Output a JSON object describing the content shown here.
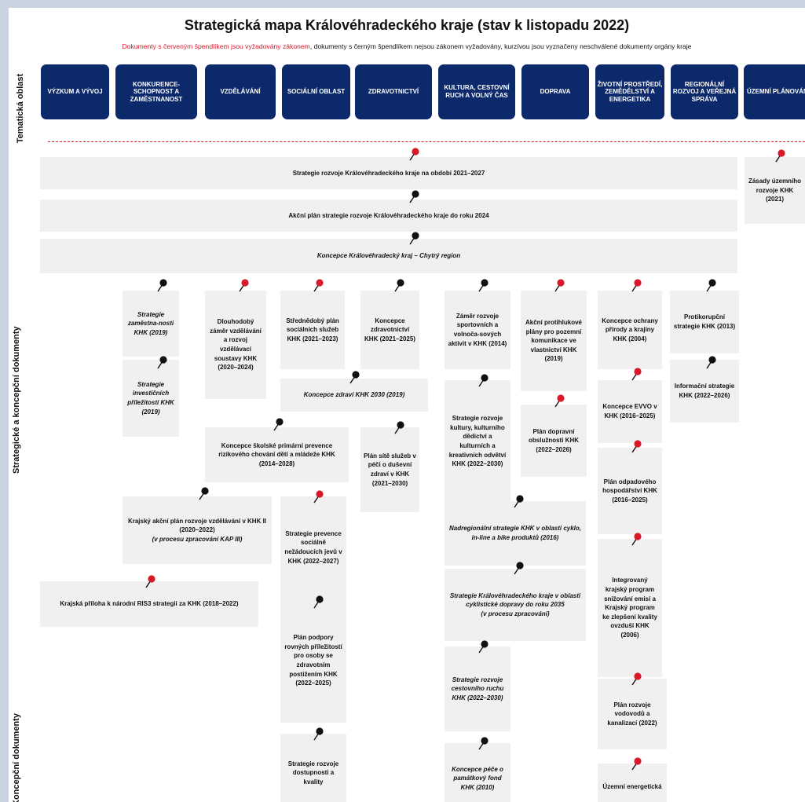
{
  "title": "Strategická mapa Královéhradeckého kraje (stav k listopadu 2022)",
  "subtitle": {
    "red": "Dokumenty s červeným špendlíkem jsou vyžadovány zákonem",
    "rest": ", dokumenty s černým špendlíkem nejsou zákonem vyžadovány, kurzívou jsou vyznačeny neschválené dokumenty orgány kraje"
  },
  "axis_labels": {
    "tematicka_oblast": "Tematická oblast",
    "strategicke": "Strategické a koncepční dokumenty",
    "koncepcni": "Koncepční dokumenty"
  },
  "colors": {
    "pin_red": "#d7192a",
    "pin_black": "#111111",
    "header_bg": "#0c2a6b",
    "box_bg": "#f0f0f0",
    "divider": "#d7192a"
  },
  "themes": [
    "VÝZKUM A VÝVOJ",
    "KONKURENCE-SCHOPNOST A ZAMĚSTNANOST",
    "VZDĚLÁVÁNÍ",
    "SOCIÁLNÍ OBLAST",
    "ZDRAVOTNICTVÍ",
    "KULTURA, CESTOVNÍ RUCH A VOLNÝ ČAS",
    "DOPRAVA",
    "ŽIVOTNÍ PROSTŘEDÍ, ZEMĚDĚLSTVÍ A ENERGETIKA",
    "REGIONÁLNÍ ROZVOJ A VEŘEJNÁ SPRÁVA",
    "ÚZEMNÍ PLÁNOVÁNÍ"
  ],
  "documents": [
    {
      "text": "Strategie rozvoje Královéhradeckého kraje na období 2021–2027",
      "pin": "red",
      "italic": false
    },
    {
      "text": "Akční plán strategie rozvoje Královéhradeckého kraje do roku 2024",
      "pin": "black",
      "italic": false
    },
    {
      "text": "Koncepce Královéhradecký kraj – Chytrý region",
      "pin": "black",
      "italic": true
    },
    {
      "text": "Zásady územního rozvoje KHK (2021)",
      "pin": "red",
      "italic": false
    },
    {
      "text": "Strategie zaměstna-nosti KHK (2019)",
      "pin": "black",
      "italic": true
    },
    {
      "text": "Strategie investičních příležitostí KHK (2019)",
      "pin": "black",
      "italic": true
    },
    {
      "text": "Dlouhodobý záměr vzdělávání a rozvoj vzdělávací soustavy KHK (2020–2024)",
      "pin": "red",
      "italic": false
    },
    {
      "text": "Střednědobý plán sociálních služeb KHK (2021–2023)",
      "pin": "red",
      "italic": false
    },
    {
      "text": "Koncepce zdravotnictví KHK (2021–2025)",
      "pin": "black",
      "italic": false
    },
    {
      "text": "Záměr rozvoje sportovních a volnoča-sových aktivit v KHK (2014)",
      "pin": "black",
      "italic": false
    },
    {
      "text": "Akční protihlukové plány pro pozemní komunikace ve vlastnictví KHK (2019)",
      "pin": "red",
      "italic": false
    },
    {
      "text": "Koncepce ochrany přírody a krajiny KHK (2004)",
      "pin": "red",
      "italic": false
    },
    {
      "text": "Protikorupční strategie KHK (2013)",
      "pin": "black",
      "italic": false
    },
    {
      "text": "Koncepce zdraví KHK 2030 (2019)",
      "pin": "black",
      "italic": true
    },
    {
      "text": "Informační strategie KHK (2022–2026)",
      "pin": "black",
      "italic": false
    },
    {
      "text": "Koncepce EVVO v KHK (2016–2025)",
      "pin": "red",
      "italic": false
    },
    {
      "text": "Strategie rozvoje kultury, kulturního dědictví a kulturních a kreativních odvětví KHK (2022–2030)",
      "pin": "black",
      "italic": false
    },
    {
      "text": "Plán dopravní obslužnosti KHK (2022–2026)",
      "pin": "red",
      "italic": false
    },
    {
      "text": "Koncepce školské primární prevence rizikového chování dětí a mládeže KHK (2014–2028)",
      "pin": "black",
      "italic": false
    },
    {
      "text": "Plán sítě služeb v péči o duševní zdraví v KHK (2021–2030)",
      "pin": "black",
      "italic": false
    },
    {
      "text": "Plán odpadového hospodářství KHK (2016–2025)",
      "pin": "red",
      "italic": false
    },
    {
      "text": "Krajský akční plán rozvoje vzdělávání v KHK II (2020–2022)",
      "pin": "black",
      "italic": false
    },
    {
      "text": "(v procesu zpracování KAP III)",
      "pin": "",
      "italic": true
    },
    {
      "text": "Strategie prevence sociálně nežádoucích jevů v KHK (2022–2027)",
      "pin": "red",
      "italic": false
    },
    {
      "text": "Nadregionální strategie KHK v oblasti cyklo, in-line a bike produktů (2016)",
      "pin": "black",
      "italic": true
    },
    {
      "text": "Integrovaný krajský program snižování emisí a Krajský program ke zlepšení kvality ovzduší KHK (2006)",
      "pin": "red",
      "italic": false
    },
    {
      "text": "Krajská příloha k národní RIS3 strategii za KHK (2018–2022)",
      "pin": "red",
      "italic": false
    },
    {
      "text": "Strategie Královéhradeckého kraje v oblasti cyklistické dopravy do roku 2035",
      "pin": "black",
      "italic": true
    },
    {
      "text": "(v procesu zpracování)",
      "pin": "",
      "italic": true
    },
    {
      "text": "Plán podpory rovných příležitostí pro osoby se zdravotním postižením KHK (2022–2025)",
      "pin": "black",
      "italic": false
    },
    {
      "text": "Strategie rozvoje cestovního ruchu KHK (2022–2030)",
      "pin": "black",
      "italic": true
    },
    {
      "text": "Plán rozvoje vodovodů a kanalizací (2022)",
      "pin": "red",
      "italic": false
    },
    {
      "text": "Strategie rozvoje dostupnosti a kvality",
      "pin": "black",
      "italic": false
    },
    {
      "text": "Koncepce péče o památkový fond KHK (2010)",
      "pin": "black",
      "italic": true
    },
    {
      "text": "Územní energetická",
      "pin": "red",
      "italic": false
    }
  ]
}
